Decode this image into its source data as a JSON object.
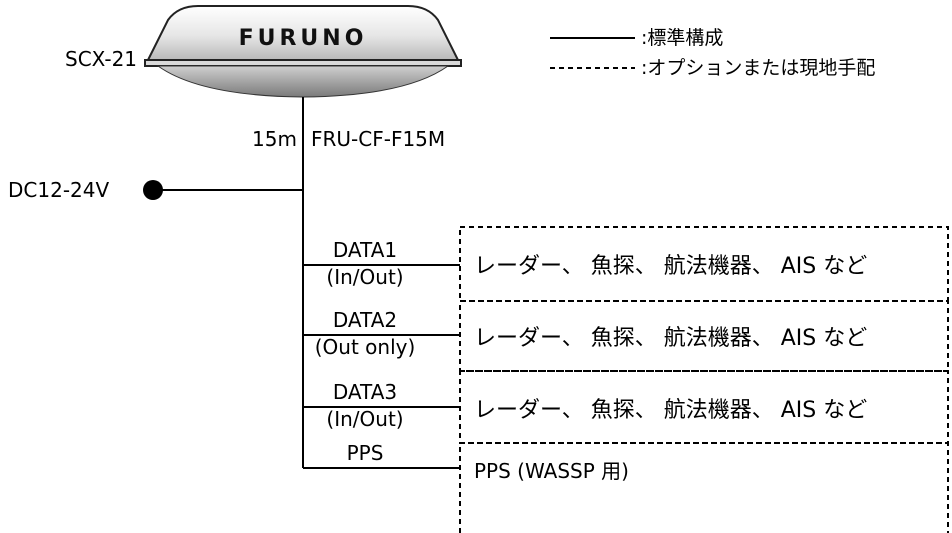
{
  "antenna": {
    "model": "SCX-21",
    "brand": "FURUNO"
  },
  "legend": {
    "standard": ":標準構成",
    "optional": ":オプションまたは現地手配"
  },
  "cable": {
    "length": "15m",
    "model": "FRU-CF-F15M"
  },
  "power": {
    "label": "DC12-24V"
  },
  "ports": [
    {
      "name": "DATA1",
      "mode": "(In/Out)",
      "device": "レーダー、 魚探、 航法機器、 AIS など"
    },
    {
      "name": "DATA2",
      "mode": "(Out only)",
      "device": "レーダー、 魚探、 航法機器、 AIS など"
    },
    {
      "name": "DATA3",
      "mode": "(In/Out)",
      "device": "レーダー、 魚探、 航法機器、 AIS など"
    },
    {
      "name": "PPS",
      "mode": "",
      "device": "PPS (WASSP 用)"
    }
  ]
}
